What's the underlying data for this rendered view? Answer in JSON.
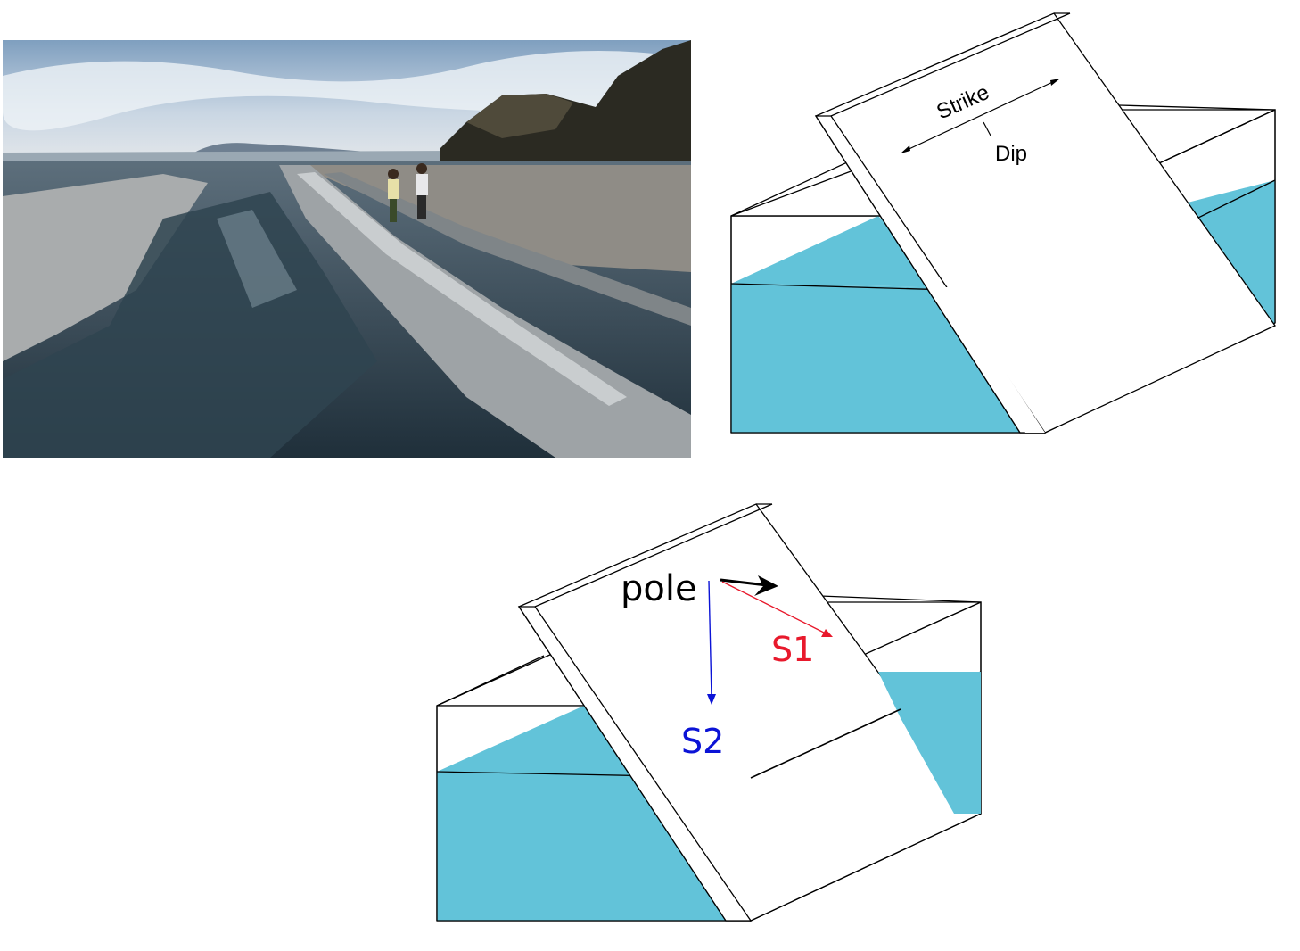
{
  "colors": {
    "layer": "#62c3d9",
    "line": "#000000",
    "s1": "#e8192c",
    "s2": "#0b13d6",
    "pole": "#000000"
  },
  "top_diagram": {
    "strike_label": "Strike",
    "dip_label": "Dip"
  },
  "bottom_diagram": {
    "pole_label": "pole",
    "s1_label": "S1",
    "s2_label": "S2"
  }
}
